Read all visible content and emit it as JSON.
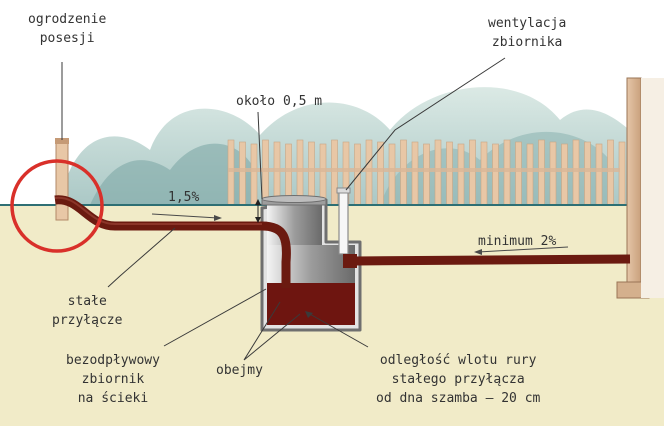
{
  "labels": {
    "fence": "ogrodzenie\nposesji",
    "ventilation": "wentylacja\nzbiornika",
    "depth": "około 0,5 m",
    "slope_main": "1,5%",
    "slope_house": "minimum 2%",
    "permanent_connection": "stałe\nprzyłącze",
    "tank": "bezodpływowy\nzbiornik\nna ścieki",
    "clamps": "obejmy",
    "inlet_distance": "odległość wlotu rury\nstałego przyłącza\nod dna szamba – 20 cm"
  },
  "colors": {
    "ground": "#f1ebc8",
    "grass_line": "#2e6f74",
    "pipe": "#6b1a10",
    "sewage": "#6e1510",
    "fence_post": "#e8c7a6",
    "highlight_circle": "#d9302a",
    "tank_wall": "#777777"
  }
}
